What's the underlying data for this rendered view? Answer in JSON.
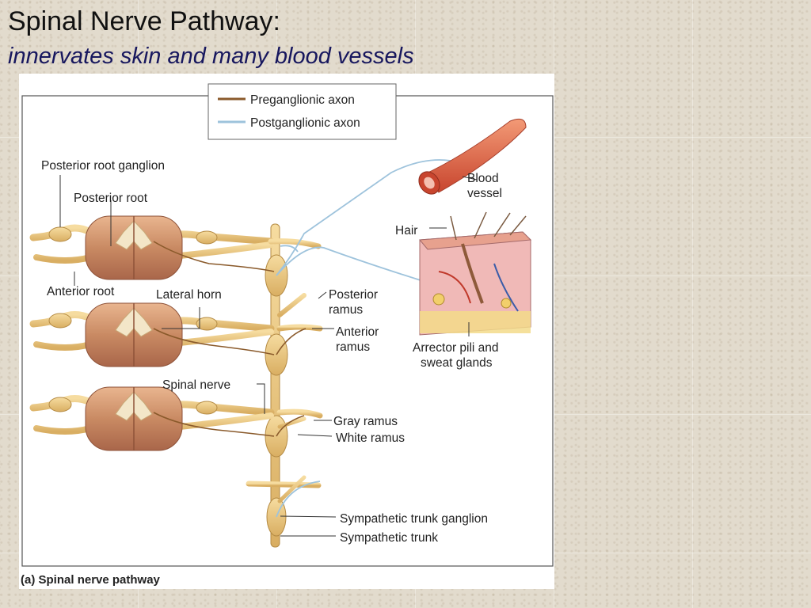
{
  "slide": {
    "title": "Spinal Nerve Pathway:",
    "subtitle": "innervates skin and many blood vessels"
  },
  "legend": {
    "preganglionic": "Preganglionic axon",
    "postganglionic": "Postganglionic axon",
    "preganglionic_color": "#8a5a2b",
    "postganglionic_color": "#9ec3dc"
  },
  "labels": {
    "posterior_root_ganglion": "Posterior root ganglion",
    "posterior_root": "Posterior root",
    "anterior_root": "Anterior root",
    "lateral_horn": "Lateral horn",
    "spinal_nerve": "Spinal nerve",
    "blood_vessel_1": "Blood",
    "blood_vessel_2": "vessel",
    "hair": "Hair",
    "posterior_ramus_1": "Posterior",
    "posterior_ramus_2": "ramus",
    "anterior_ramus_1": "Anterior",
    "anterior_ramus_2": "ramus",
    "arrector_1": "Arrector pili and",
    "arrector_2": "sweat glands",
    "gray_ramus": "Gray ramus",
    "white_ramus": "White ramus",
    "sympathetic_trunk_ganglion": "Sympathetic trunk ganglion",
    "sympathetic_trunk": "Sympathetic trunk"
  },
  "caption": {
    "part": "(a)",
    "text": "Spinal nerve pathway"
  }
}
